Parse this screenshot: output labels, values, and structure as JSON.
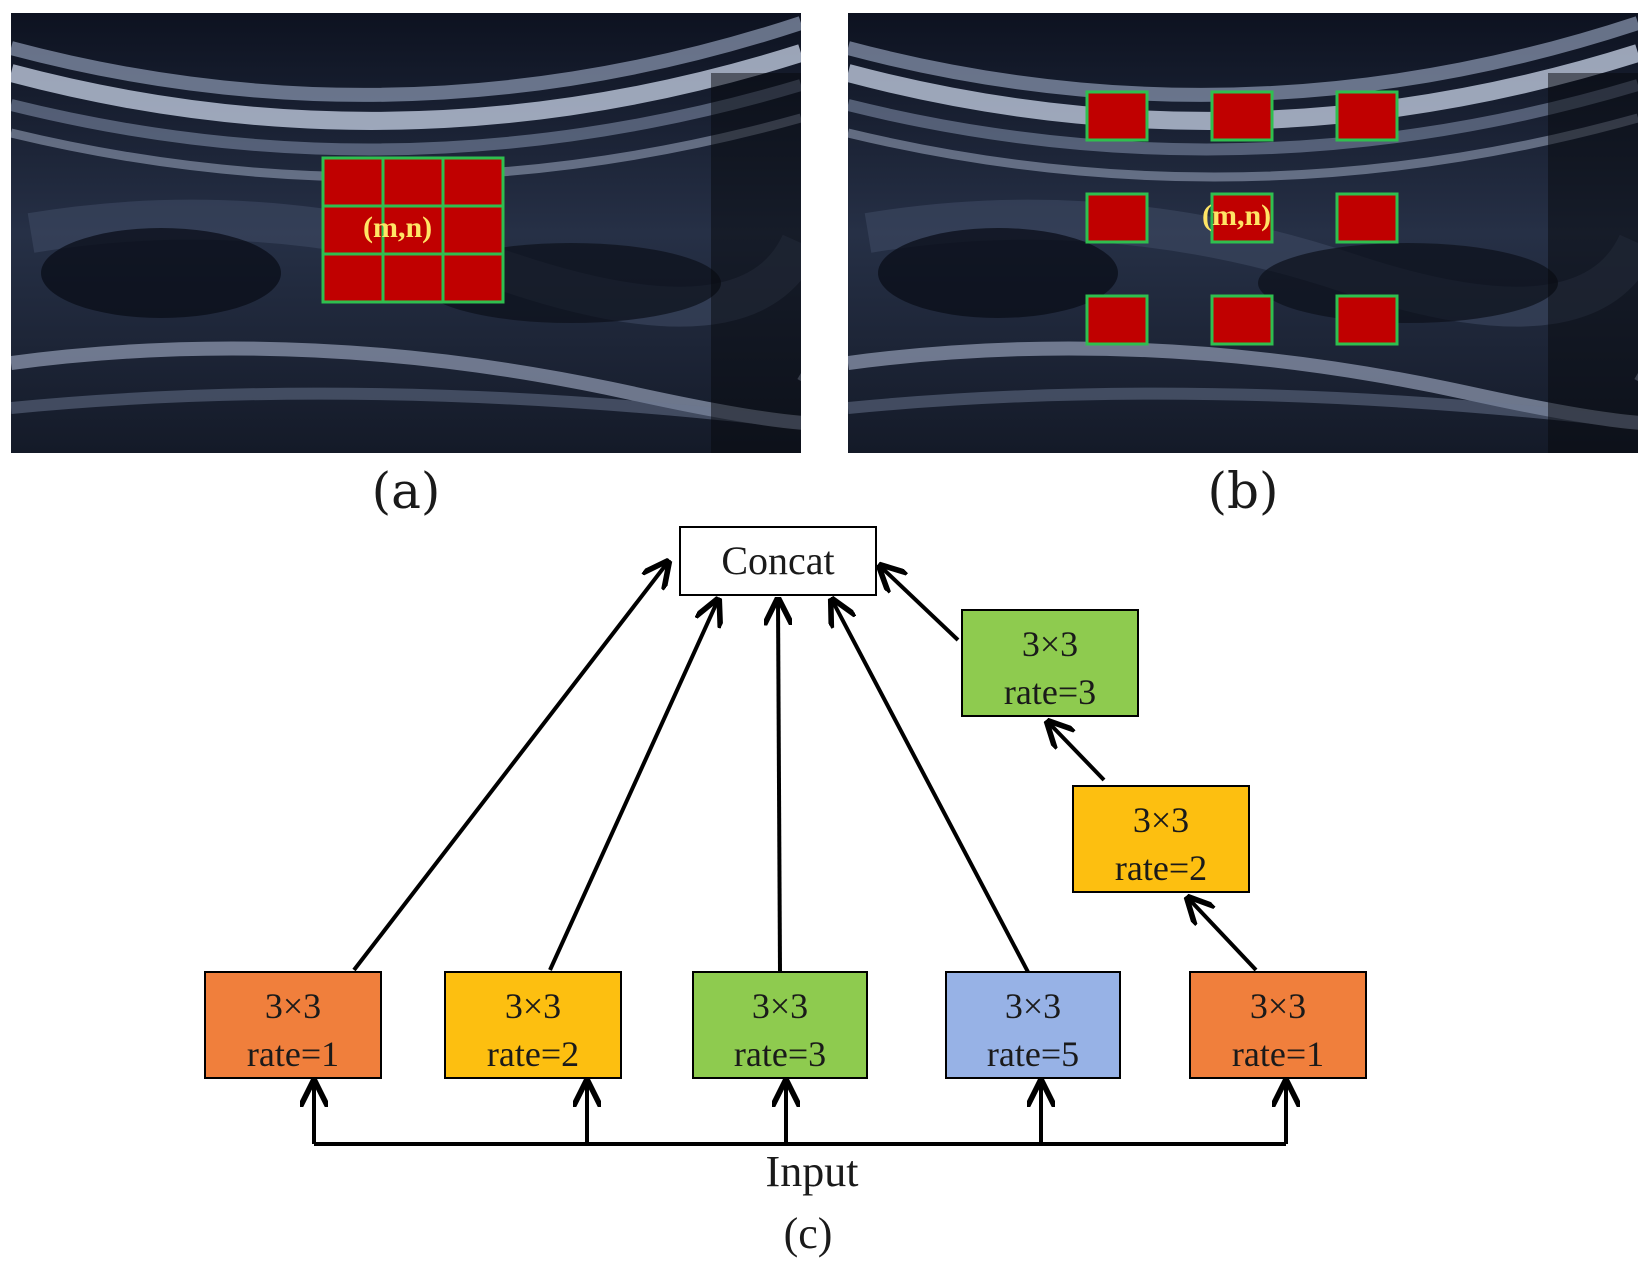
{
  "panels": {
    "a": {
      "label": "(a)",
      "center_label": "(m,n)"
    },
    "b": {
      "label": "(b)",
      "center_label": "(m,n)"
    },
    "c": {
      "label": "(c)"
    }
  },
  "diagram": {
    "output_node": "Concat",
    "input_label": "Input",
    "branches": [
      {
        "kernel": "3×3",
        "rate": "rate=1",
        "color": "#f07f3c"
      },
      {
        "kernel": "3×3",
        "rate": "rate=2",
        "color": "#fdbf10"
      },
      {
        "kernel": "3×3",
        "rate": "rate=3",
        "color": "#8ecb4f"
      },
      {
        "kernel": "3×3",
        "rate": "rate=5",
        "color": "#97b2e6"
      },
      {
        "kernel": "3×3",
        "rate": "rate=1",
        "color": "#f07f3c"
      }
    ],
    "cascade": [
      {
        "kernel": "3×3",
        "rate": "rate=2",
        "color": "#fdbf10"
      },
      {
        "kernel": "3×3",
        "rate": "rate=3",
        "color": "#8ecb4f"
      }
    ]
  },
  "colors": {
    "kernel_cell": "#c00000",
    "cell_border": "#2fbf4f",
    "label_text": "#ffe566"
  }
}
